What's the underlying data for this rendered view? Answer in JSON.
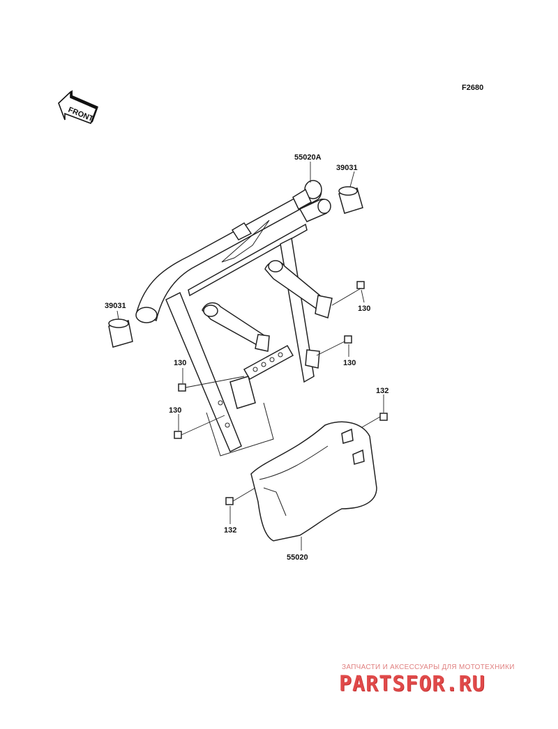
{
  "figure_code": "F2680",
  "direction_label": "FRONT",
  "callouts": {
    "frame_guard": "55020A",
    "collar_right": "39031",
    "collar_left": "39031",
    "bolt_right_upper": "130",
    "bolt_right_lower": "130",
    "bolt_left_upper": "130",
    "bolt_left_lower": "130",
    "bolt_cover_right": "132",
    "bolt_cover_left": "132",
    "lower_cover": "55020"
  },
  "watermark": {
    "tagline": "ЗАПЧАСТИ И АКСЕССУАРЫ ДЛЯ МОТОТЕХНИКИ",
    "logo": "PARTSFOR.RU"
  }
}
